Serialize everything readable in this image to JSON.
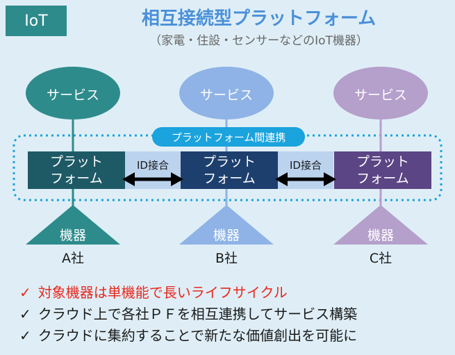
{
  "header": {
    "tag": "IoT",
    "title": "相互接続型プラットフォーム",
    "subtitle": "（家電・住設・センサーなどのIoT機器）"
  },
  "colors": {
    "canvas_bg": "#dfeef6",
    "teal": "#2e8b8b",
    "blue": "#8fb3e6",
    "purple": "#b59fcb",
    "pf_a": "#1e5a66",
    "pf_b": "#1d3f6e",
    "pf_c": "#5b4584",
    "id_box": "#bcd3ee",
    "dotted_border": "#1aa3dd",
    "warning_red": "#e8281e"
  },
  "diagram": {
    "interop_label": "プラットフォーム間連携",
    "id_link_label": "ID接合",
    "companies": [
      {
        "service": "サービス",
        "platform_line1": "プラット",
        "platform_line2": "フォーム",
        "device": "機器",
        "company": "A社"
      },
      {
        "service": "サービス",
        "platform_line1": "プラット",
        "platform_line2": "フォーム",
        "device": "機器",
        "company": "B社"
      },
      {
        "service": "サービス",
        "platform_line1": "プラット",
        "platform_line2": "フォーム",
        "device": "機器",
        "company": "C社"
      }
    ]
  },
  "bullets": [
    {
      "icon": "check-icon",
      "check": "✓",
      "text": "対象機器は単機能で長いライフサイクル"
    },
    {
      "icon": "check-icon",
      "check": "✓",
      "text": "クラウド上で各社ＰＦを相互連携してサービス構築"
    },
    {
      "icon": "check-icon",
      "check": "✓",
      "text": "クラウドに集約することで新たな価値創出を可能に"
    }
  ]
}
